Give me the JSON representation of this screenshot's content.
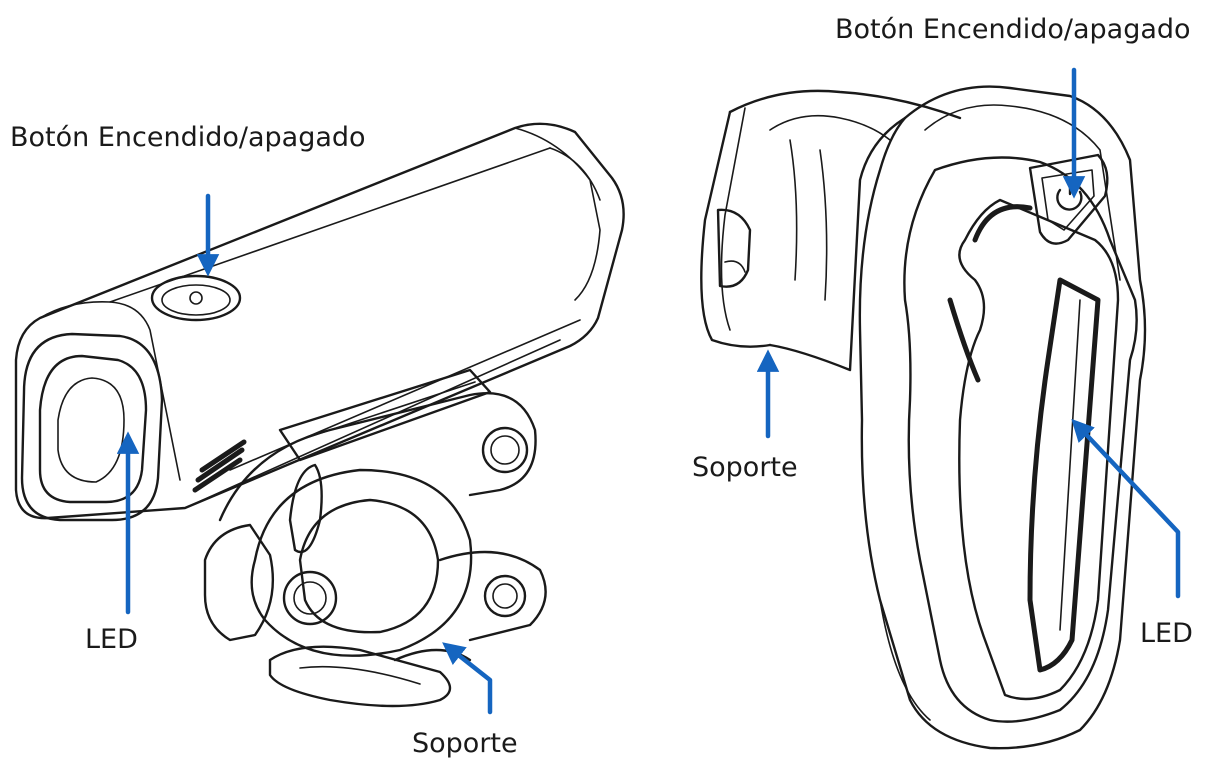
{
  "colors": {
    "arrow": "#1565c0",
    "ink": "#1a1a1a",
    "background": "#ffffff"
  },
  "front_light": {
    "labels": {
      "power_button": "Botón Encendido/apagado",
      "led": "LED",
      "mount": "Soporte"
    }
  },
  "rear_light": {
    "labels": {
      "power_button": "Botón Encendido/apagado",
      "mount": "Soporte",
      "led": "LED"
    }
  }
}
